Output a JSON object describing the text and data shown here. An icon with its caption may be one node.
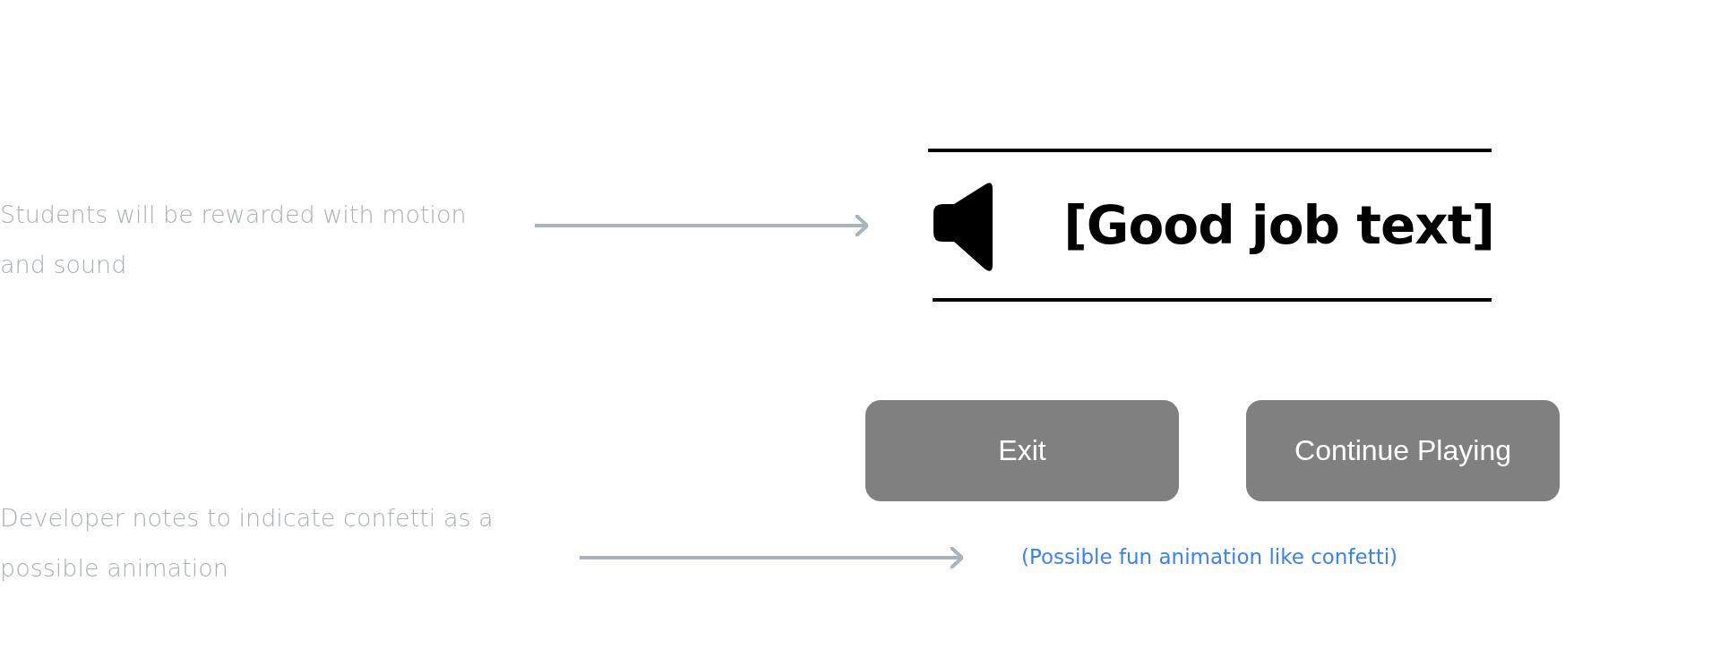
{
  "diagram": {
    "nodes": [
      {
        "text": [
          "Students will be rewarded with motion and sound"
        ]
      },
      {
        "text": [
          "[Good job text]"
        ]
      },
      {
        "text": [
          "Exit"
        ]
      },
      {
        "text": [
          "Continue Playing"
        ]
      },
      {
        "text": [
          "Developer notes to indicate confetti as a possible animation"
        ]
      },
      {
        "text": [
          "(Possible fun animation like confetti)"
        ]
      }
    ],
    "edges": [
      {
        "from": 0,
        "to": 1,
        "arrow": "to"
      },
      {
        "from": 4,
        "to": 5,
        "arrow": "to"
      }
    ]
  }
}
